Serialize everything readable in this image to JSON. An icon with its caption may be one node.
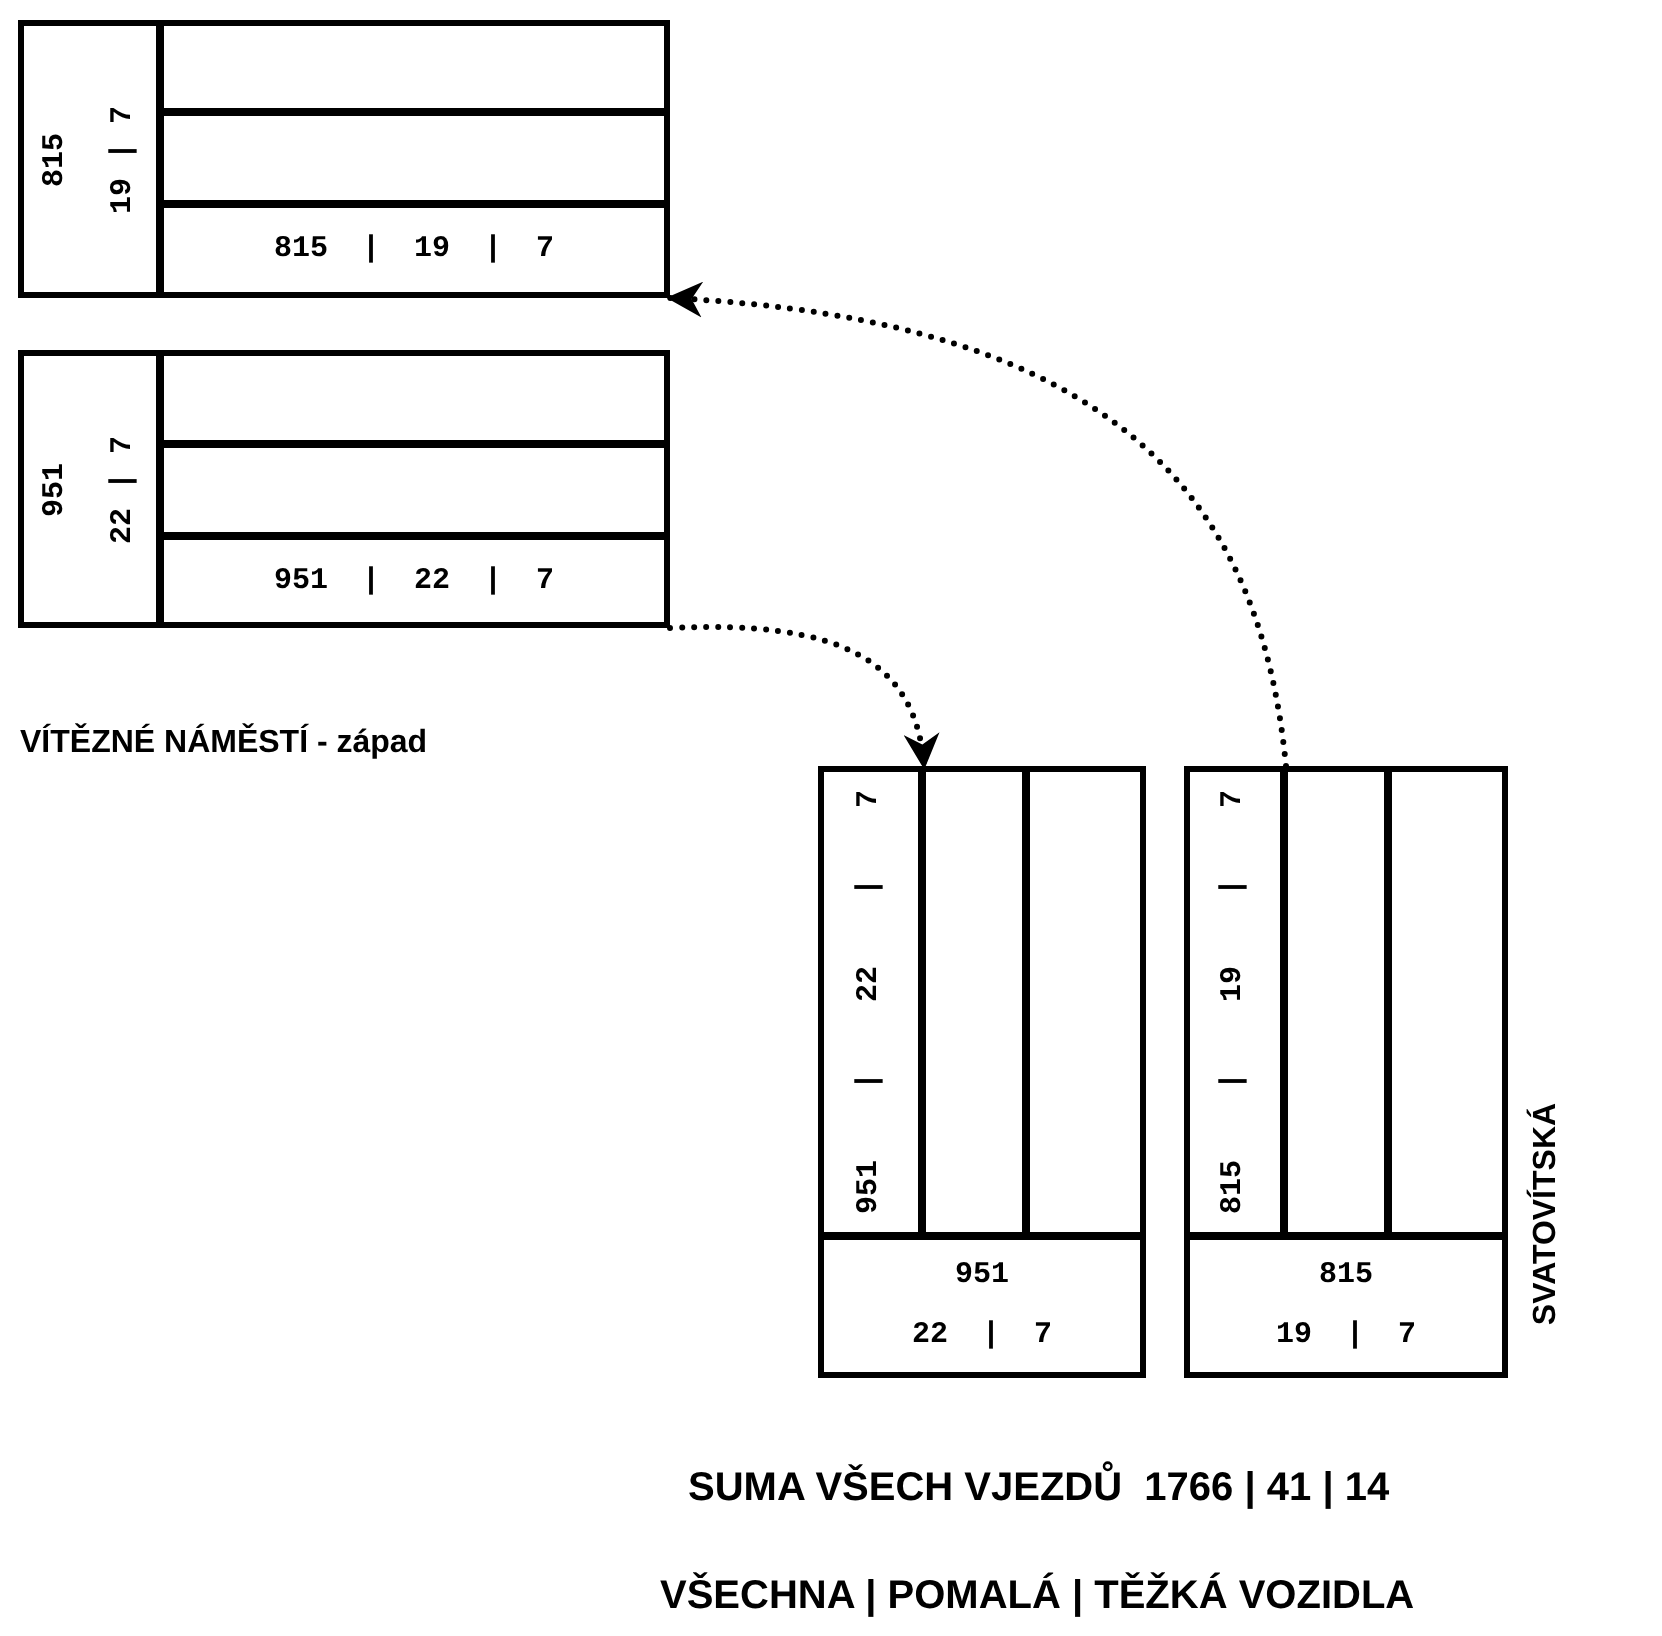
{
  "diagram": {
    "nodes": [
      {
        "text": [],
        "shape": "box"
      },
      {
        "text": [
          "815",
          "19 | 7"
        ],
        "in": 0
      },
      {
        "text": [],
        "shape": "box",
        "in": 0
      },
      {
        "text": [],
        "shape": "box",
        "in": 0
      },
      {
        "text": [
          "815 | 19 | 7"
        ],
        "in": 0
      },
      {
        "text": [],
        "shape": "box"
      },
      {
        "text": [
          "951",
          "22 | 7"
        ],
        "in": 5
      },
      {
        "text": [],
        "shape": "box",
        "in": 5
      },
      {
        "text": [],
        "shape": "box",
        "in": 5
      },
      {
        "text": [
          "951 | 22 | 7"
        ],
        "in": 5
      },
      {
        "text": [],
        "shape": "box"
      },
      {
        "text": [
          "951 | 22 | 7"
        ],
        "in": 10
      },
      {
        "text": [],
        "shape": "box",
        "in": 10
      },
      {
        "text": [],
        "shape": "box",
        "in": 10
      },
      {
        "text": [
          "951",
          "22 | 7"
        ],
        "in": 10
      },
      {
        "text": [],
        "shape": "box"
      },
      {
        "text": [
          "815 | 19 | 7"
        ],
        "in": 15
      },
      {
        "text": [],
        "shape": "box",
        "in": 15
      },
      {
        "text": [],
        "shape": "box",
        "in": 15
      },
      {
        "text": [
          "815",
          "19 | 7"
        ],
        "in": 15
      }
    ],
    "edges": [
      {
        "from": 16,
        "to": 0,
        "arrow": "to",
        "style": "dashed"
      },
      {
        "from": 5,
        "to": 11,
        "arrow": "to",
        "style": "dashed"
      }
    ],
    "labels": [
      "VÍTĚZNÉ NÁMĚSTÍ - západ",
      "SVATOVÍTSKÁ",
      "SUMA VŠECH VJEZDŮ  1766 | 41 | 14",
      "VŠECHNA | POMALÁ | TĚŽKÁ VOZIDLA"
    ]
  }
}
